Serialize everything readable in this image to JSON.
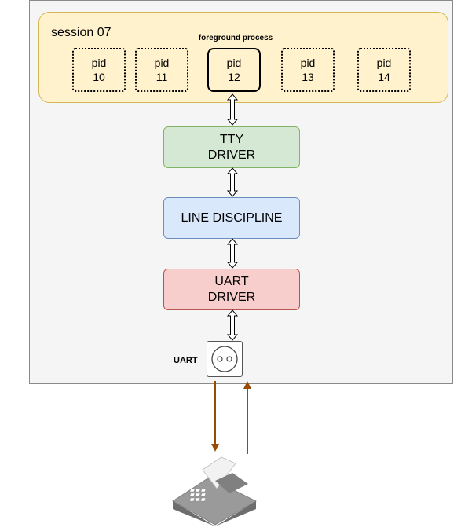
{
  "session": {
    "title": "session 07",
    "foreground_label": "foreground process"
  },
  "processes": [
    {
      "label": "pid",
      "number": "10",
      "foreground": false
    },
    {
      "label": "pid",
      "number": "11",
      "foreground": false
    },
    {
      "label": "pid",
      "number": "12",
      "foreground": true
    },
    {
      "label": "pid",
      "number": "13",
      "foreground": false
    },
    {
      "label": "pid",
      "number": "14",
      "foreground": false
    }
  ],
  "layers": {
    "tty": {
      "line1": "TTY",
      "line2": "DRIVER"
    },
    "line_discipline": {
      "line1": "LINE DISCIPLINE"
    },
    "uart": {
      "line1": "UART",
      "line2": "DRIVER"
    }
  },
  "hardware": {
    "uart_label": "UART"
  },
  "colors": {
    "session_fill": "#fff2cc",
    "tty_fill": "#d5e8d4",
    "line_discipline_fill": "#dae8fc",
    "uart_fill": "#f8cecc",
    "serial_arrow": "#994c00"
  },
  "icons": {
    "terminal": "teletype-terminal-icon",
    "port": "uart-socket-icon"
  }
}
